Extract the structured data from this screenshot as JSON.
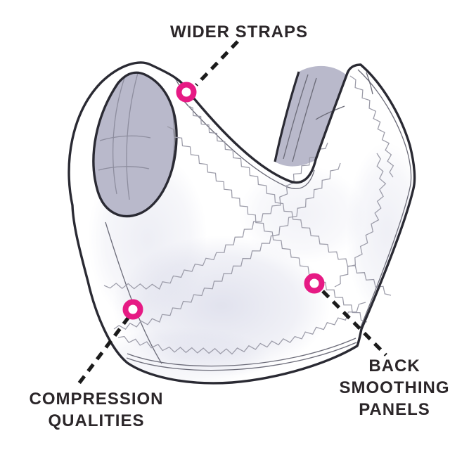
{
  "illustration": {
    "name": "bra-back-view-line-art",
    "style": "technical product sketch, white garment with lavender straps and zigzag stitch X pattern"
  },
  "annotations": {
    "wider_straps": {
      "label": "WIDER STRAPS"
    },
    "compression": {
      "line1": "COMPRESSION",
      "line2": "QUALITIES"
    },
    "back_smoothing": {
      "line1": "BACK",
      "line2": "SMOOTHING",
      "line3": "PANELS"
    }
  },
  "colors": {
    "marker_pink": "#e61a84",
    "leader_line": "#1b1b1b",
    "outline": "#2a2a33",
    "strap_lavender": "#b9b9cb",
    "stitch_gray": "#9b9ba8",
    "seam_gray": "#6b6b78",
    "label_text": "#2b2629",
    "background": "#ffffff"
  }
}
